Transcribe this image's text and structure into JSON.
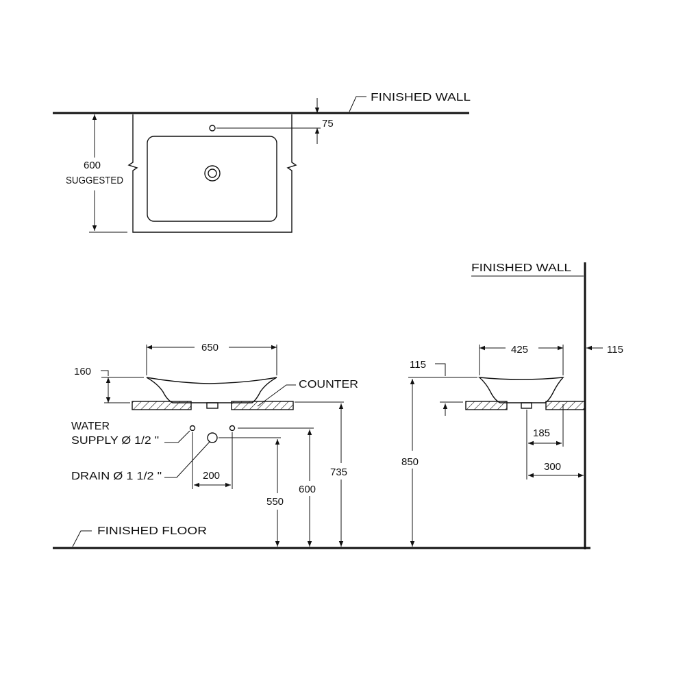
{
  "plan": {
    "finished_wall_label": "FINISHED WALL",
    "depth_value": "600",
    "depth_note": "SUGGESTED",
    "tap_offset": "75"
  },
  "front": {
    "width": "650",
    "rim_height": "160",
    "counter_label": "COUNTER",
    "water_supply_line1": "WATER",
    "water_supply_line2": "SUPPLY Ø 1/2 \"",
    "drain_label": "DRAIN Ø 1 1/2 \"",
    "supply_spacing": "200",
    "drain_height": "550",
    "supply_height": "600",
    "counter_height": "735",
    "finished_floor_label": "FINISHED FLOOR"
  },
  "side": {
    "finished_wall_label": "FINISHED WALL",
    "depth": "425",
    "wall_gap": "115",
    "rim_height": "115",
    "overall_height": "850",
    "drain_to_wall": "185",
    "drain_centre_to_wall": "300"
  }
}
